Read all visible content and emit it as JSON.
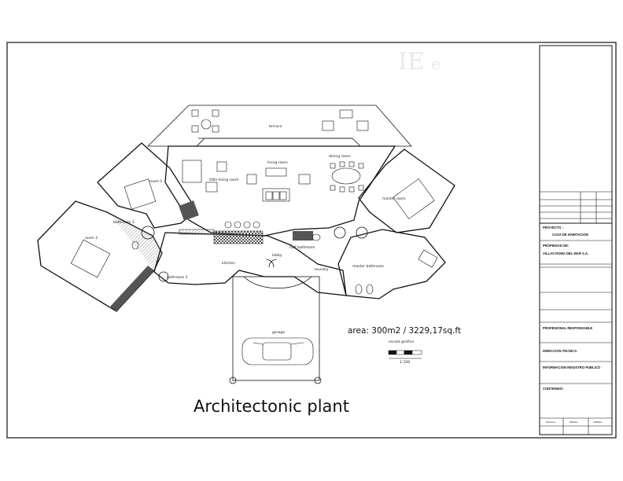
{
  "drawing": {
    "title": "Architectonic plant",
    "area": "area: 300m2 / 3229,17sq.ft",
    "scale_label": "escala grafica",
    "scale_value": "1:100"
  },
  "rooms": {
    "terrace": "terrace",
    "living_room": "living room",
    "little_living_room": "little living room",
    "dining_room": "dining room",
    "room_1": "room 1",
    "room_2": "room 2",
    "master_room": "master room",
    "bathroom_1": "bathroom 1",
    "bathroom_2": "bathroom 2",
    "half_bathroom": "half bathroom",
    "master_bathroom": "master bathroom",
    "kitchen": "kitchen",
    "lobby": "lobby",
    "laundry": "laundry",
    "garage": "garage"
  },
  "title_block": {
    "proyecto_label": "PROYECTO :",
    "proyecto_value": "CASA DE HABITACION",
    "propiedad_label": "PROPIEDAD DE:",
    "propiedad_value": "VILLAS ROMA DEL MAR S.A.",
    "profesional_label": "PROFESIONAL RESPONSABLE",
    "direccion_label": "DIRECCION TECNICA",
    "informacion_label": "INFORMACION REGISTRO PUBLICO",
    "contenido_label": "CONTENIDO:",
    "escala_label": "ESCALA",
    "fecha_label": "FECHA",
    "lamina_label": "LAMINA"
  },
  "colors": {
    "line": "#111111",
    "wall_fill": "#555555",
    "hatch": "#9a9a9a",
    "watermark": "#e9e9e9"
  }
}
